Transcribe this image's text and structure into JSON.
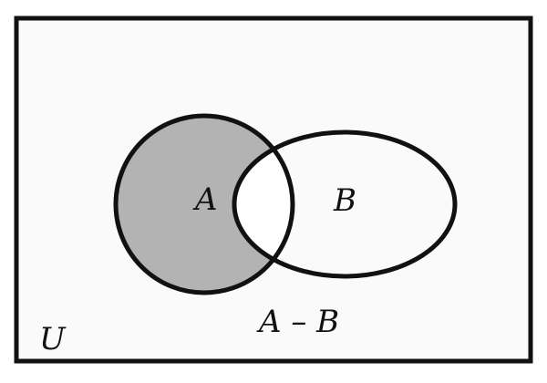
{
  "diagram": {
    "type": "venn",
    "universe_label": "U",
    "sets": [
      {
        "id": "A",
        "label": "A"
      },
      {
        "id": "B",
        "label": "B"
      }
    ],
    "shaded_region": "A - B",
    "caption": "A – B",
    "colors": {
      "background": "#fafafa",
      "stroke": "#111111",
      "shade": "#b3b3b3",
      "unshaded": "#ffffff"
    }
  }
}
